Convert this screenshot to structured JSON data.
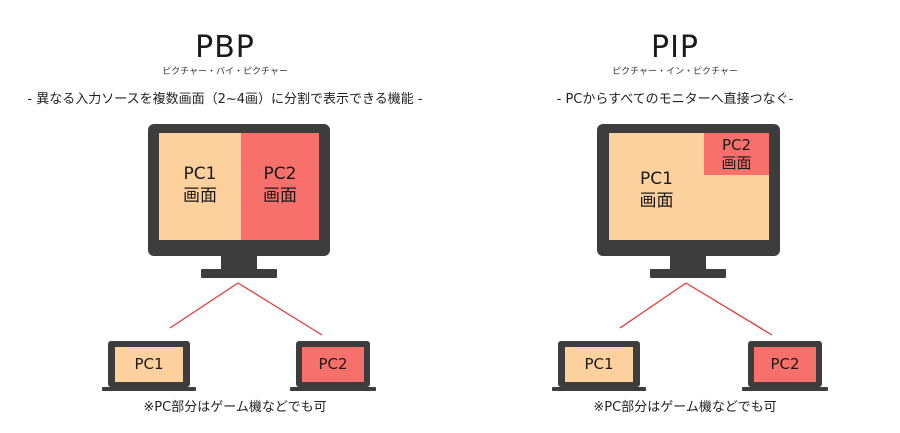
{
  "colors": {
    "pc1": "#fdd19e",
    "pc2": "#f8706c",
    "device": "#3d3d3d",
    "line": "#e23a3a"
  },
  "pbp": {
    "title": "PBP",
    "reading": "ピクチャー・バイ・ピクチャー",
    "subtitle": "- 異なる入力ソースを複数画面（2~4画）に分割で表示できる機能 -",
    "screen_pc1": {
      "line1": "PC1",
      "line2": "画面"
    },
    "screen_pc2": {
      "line1": "PC2",
      "line2": "画面"
    },
    "laptop_pc1": "PC1",
    "laptop_pc2": "PC2",
    "note": "※PC部分はゲーム機などでも可"
  },
  "pip": {
    "title": "PIP",
    "reading": "ピクチャー・イン・ピクチャー",
    "subtitle": "- PCからすべてのモニターへ直接つなぐ-",
    "screen_pc1": {
      "line1": "PC1",
      "line2": "画面"
    },
    "screen_pc2": {
      "line1": "PC2",
      "line2": "画面"
    },
    "laptop_pc1": "PC1",
    "laptop_pc2": "PC2",
    "note": "※PC部分はゲーム機などでも可"
  }
}
